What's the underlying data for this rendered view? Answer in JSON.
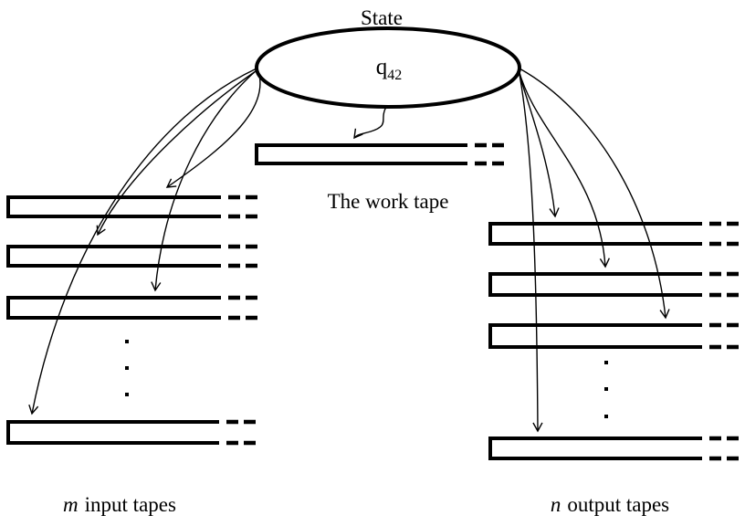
{
  "diagram": {
    "state_caption": "State",
    "state": {
      "symbol": "q",
      "subscript": "42"
    },
    "work_tape": {
      "label": "The work tape"
    },
    "input_tapes": {
      "variable": "m",
      "label_rest": "input tapes",
      "visible_count": 4
    },
    "output_tapes": {
      "variable": "n",
      "label_rest": "output tapes",
      "visible_count": 4
    },
    "colors": {
      "ink": "#000000",
      "background": "#ffffff"
    }
  }
}
